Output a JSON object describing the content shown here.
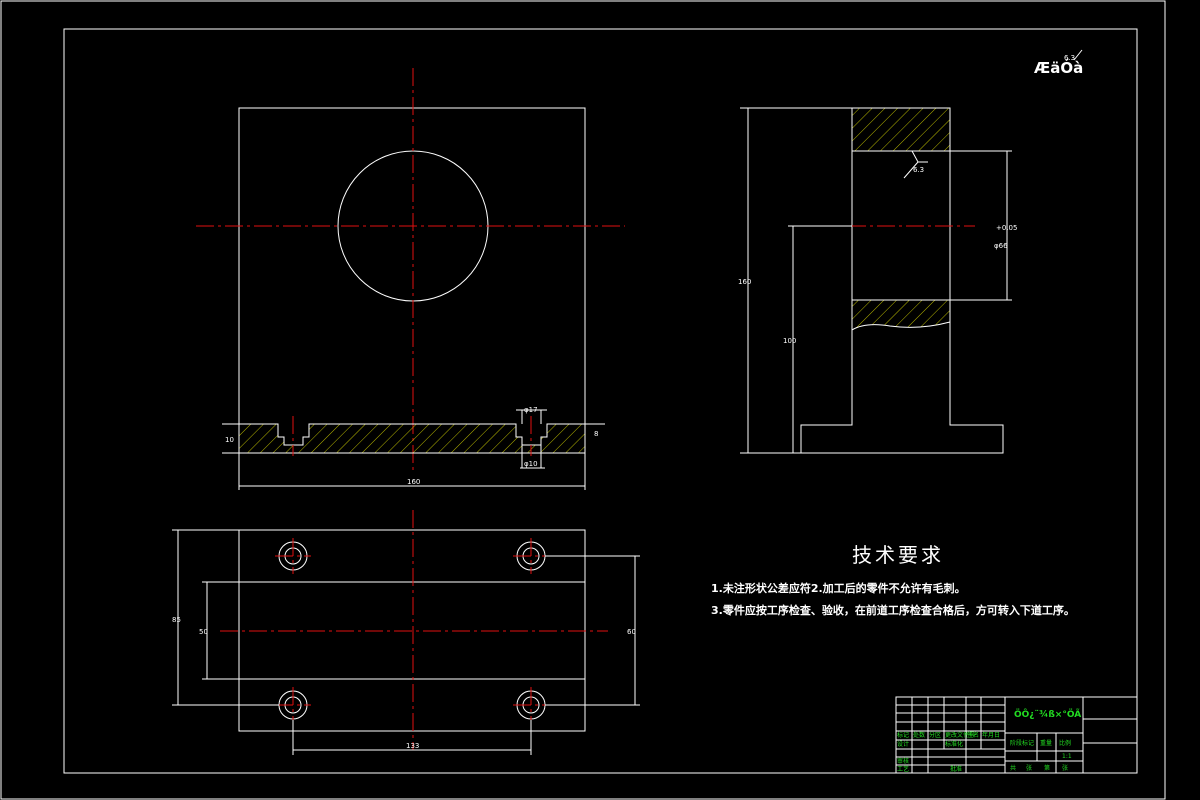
{
  "drawing": {
    "corner_mark": "ÆäÓà",
    "corner_roughness": "6.3",
    "roughness_symbol_value": "6.3",
    "colors": {
      "background": "#000000",
      "outline": "#ffffff",
      "centerline": "#e01010",
      "hatch": "#e6e600",
      "title_block_text": "#22dd22"
    }
  },
  "dimensions": {
    "front_width": "160",
    "front_base_thickness": "10",
    "front_base_right": "8",
    "counterbore_top": "φ17",
    "counterbore_bottom": "φ10",
    "side_total_height": "160",
    "side_center_height": "100",
    "side_bore": "φ66",
    "side_bore_tol": "+0.05",
    "bottom_hole_spacing": "133",
    "bottom_total_depth": "85",
    "bottom_inner": "50",
    "bottom_right": "60"
  },
  "tech_requirements": {
    "title": "技术要求",
    "line1": "1.未注形状公差应符2.加工后的零件不允许有毛刺。",
    "line2": "3.零件应按工序检查、验收，在前道工序检查合格后，方可转入下道工序。"
  },
  "title_block": {
    "part_name": "ÖÔ¿¨¾ß×°ÖÃ",
    "row_labels": [
      "标记",
      "处数",
      "分区",
      "更改文件号",
      "签名",
      "年月日"
    ],
    "designer": "设计",
    "standard": "标准化",
    "review": "审核",
    "process": "工艺",
    "approve": "批准",
    "stage_label": "阶段标记",
    "weight_label": "重量",
    "scale_label": "比例",
    "scale_value": "1:1",
    "sheet_labels": [
      "共",
      "张",
      "第",
      "张"
    ]
  }
}
